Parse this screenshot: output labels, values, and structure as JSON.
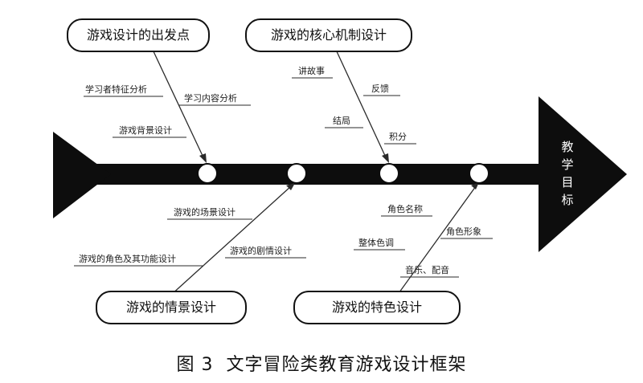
{
  "diagram": {
    "categories": [
      {
        "label": "游戏设计的出发点",
        "causes": [
          "学习者特征分析",
          "学习内容分析",
          "游戏背景设计"
        ]
      },
      {
        "label": "游戏的核心机制设计",
        "causes": [
          "讲故事",
          "反馈",
          "结局",
          "积分"
        ]
      },
      {
        "label": "游戏的情景设计",
        "causes": [
          "游戏的场景设计",
          "游戏的角色及其功能设计",
          "游戏的剧情设计"
        ]
      },
      {
        "label": "游戏的特色设计",
        "causes": [
          "角色名称",
          "整体色调",
          "角色形象",
          "音乐、配音"
        ]
      }
    ],
    "head": [
      "教",
      "学",
      "目",
      "标"
    ]
  },
  "caption": {
    "number": "图 3",
    "title": "文字冒险类教育游戏设计框架"
  },
  "colors": {
    "spine": "#0d0d0d",
    "line": "#2a2a2a",
    "bg": "#ffffff"
  }
}
